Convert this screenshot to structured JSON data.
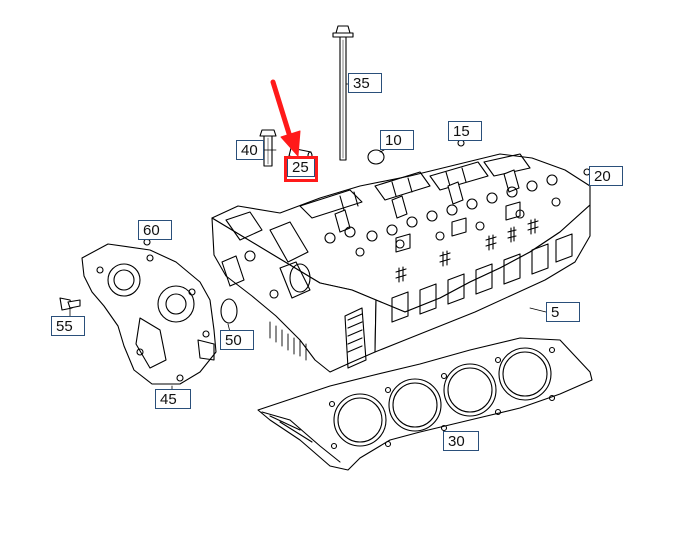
{
  "diagram": {
    "callouts": [
      {
        "id": "c35",
        "label": "35"
      },
      {
        "id": "c40",
        "label": "40"
      },
      {
        "id": "c25",
        "label": "25"
      },
      {
        "id": "c10",
        "label": "10"
      },
      {
        "id": "c15",
        "label": "15"
      },
      {
        "id": "c20",
        "label": "20"
      },
      {
        "id": "c60",
        "label": "60"
      },
      {
        "id": "c55",
        "label": "55"
      },
      {
        "id": "c50",
        "label": "50"
      },
      {
        "id": "c45",
        "label": "45"
      },
      {
        "id": "c5",
        "label": "5"
      },
      {
        "id": "c30",
        "label": "30"
      }
    ],
    "highlight_color": "#ff1a1a",
    "line_color": "#000000",
    "label_border_color": "#2a4f7a"
  }
}
